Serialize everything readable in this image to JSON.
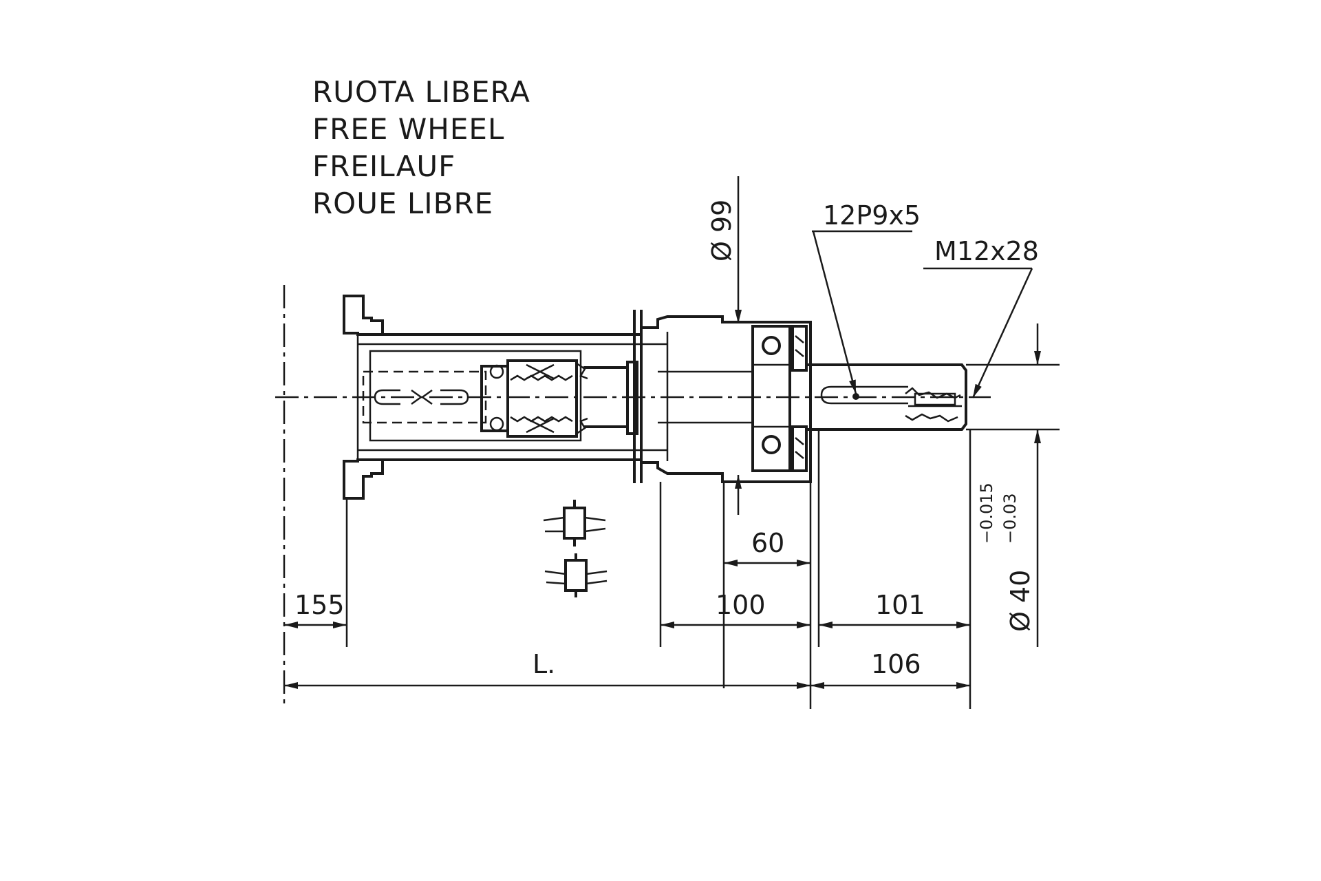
{
  "title_lines": [
    "RUOTA LIBERA",
    "FREE WHEEL",
    "FREILAUF",
    "ROUE LIBRE"
  ],
  "dimensions": {
    "d155": "155",
    "L": "L.",
    "d100": "100",
    "d60": "60",
    "d101": "101",
    "d106": "106",
    "dia99": "Ø 99",
    "dia40": "Ø 40",
    "tol_upper": "−0.015",
    "tol_lower": "−0.03"
  },
  "callouts": {
    "key": "12P9x5",
    "thread": "M12x28"
  },
  "colors": {
    "ink": "#1a1a1a",
    "paper": "#ffffff"
  }
}
